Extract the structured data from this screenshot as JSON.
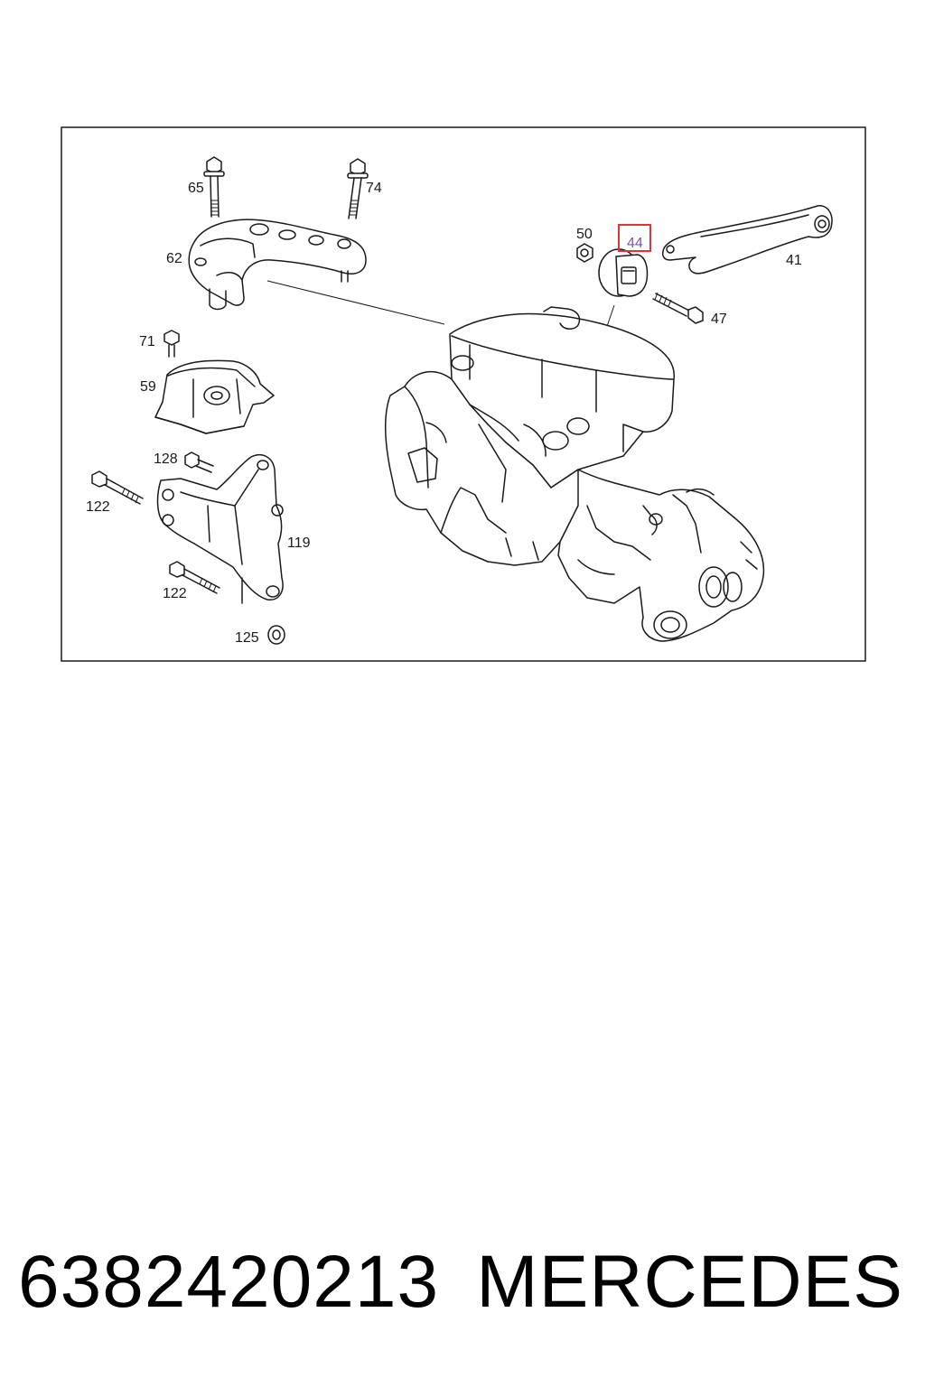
{
  "callouts": {
    "c65": "65",
    "c74": "74",
    "c62": "62",
    "c50": "50",
    "c44": "44",
    "c41": "41",
    "c47": "47",
    "c71": "71",
    "c59": "59",
    "c128": "128",
    "c122a": "122",
    "c119": "119",
    "c122b": "122",
    "c125": "125"
  },
  "highlighted_part": "44",
  "highlight_color": "#e0343c",
  "caption": {
    "part_number": "6382420213",
    "brand": "MERCEDES"
  }
}
